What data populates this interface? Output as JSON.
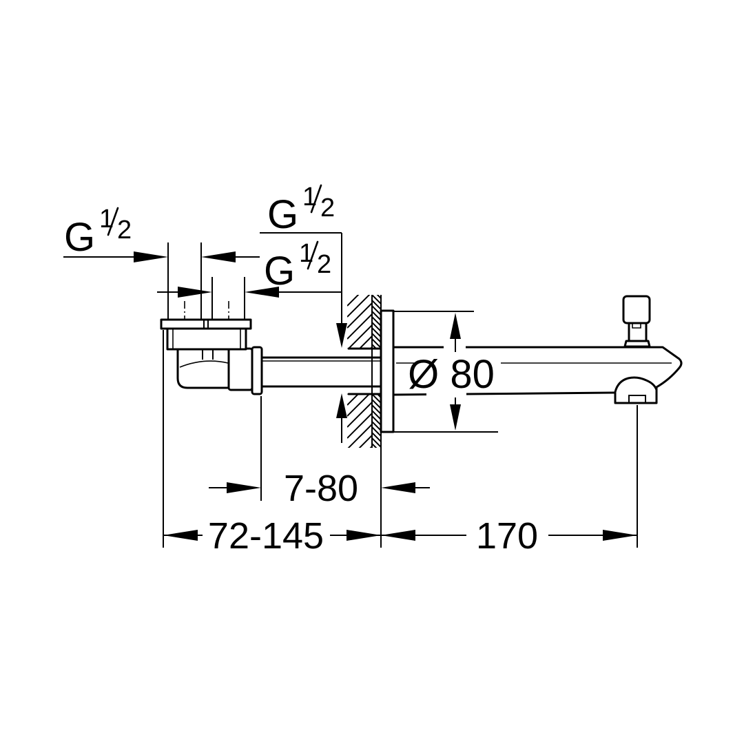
{
  "labels": {
    "thread_left": {
      "g": "G",
      "num": "1",
      "den": "2"
    },
    "thread_wall": {
      "g": "G",
      "num": "1",
      "den": "2"
    },
    "thread_union": {
      "g": "G",
      "num": "1",
      "den": "2"
    }
  },
  "dimensions": {
    "escutcheon_diameter": "Ø 80",
    "wall_depth_range": "7-80",
    "union_adjust_range": "72-145",
    "spout_projection": "170"
  },
  "colors": {
    "line": "#000000",
    "background": "#ffffff"
  }
}
